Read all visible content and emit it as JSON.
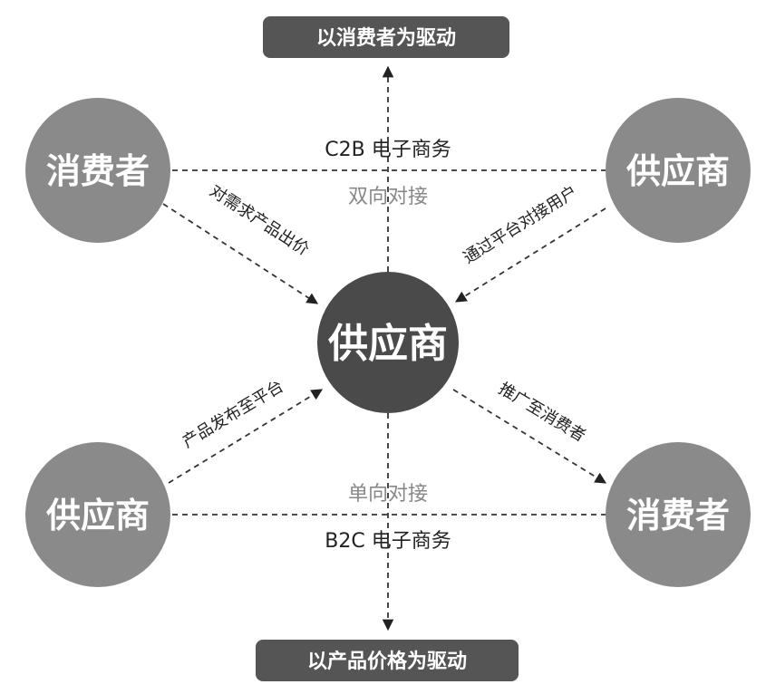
{
  "top_box": "以消费者为驱动",
  "bottom_box": "以产品价格为驱动",
  "center_node": "供应商",
  "top_left_node": "消费者",
  "top_right_node": "供应商",
  "bottom_left_node": "供应商",
  "bottom_right_node": "消费者",
  "c2b_label": "C2B 电子商务",
  "two_way_label": "双向对接",
  "b2c_label": "B2C 电子商务",
  "one_way_label": "单向对接",
  "edge_tl": "对需求产品出价",
  "edge_tr": "通过平台对接用户",
  "edge_bl": "产品发布至平台",
  "edge_br": "推广至消费者",
  "colors": {
    "outer_node": "#8a8a8a",
    "center_node": "#4a4a4a",
    "box": "#555555"
  }
}
